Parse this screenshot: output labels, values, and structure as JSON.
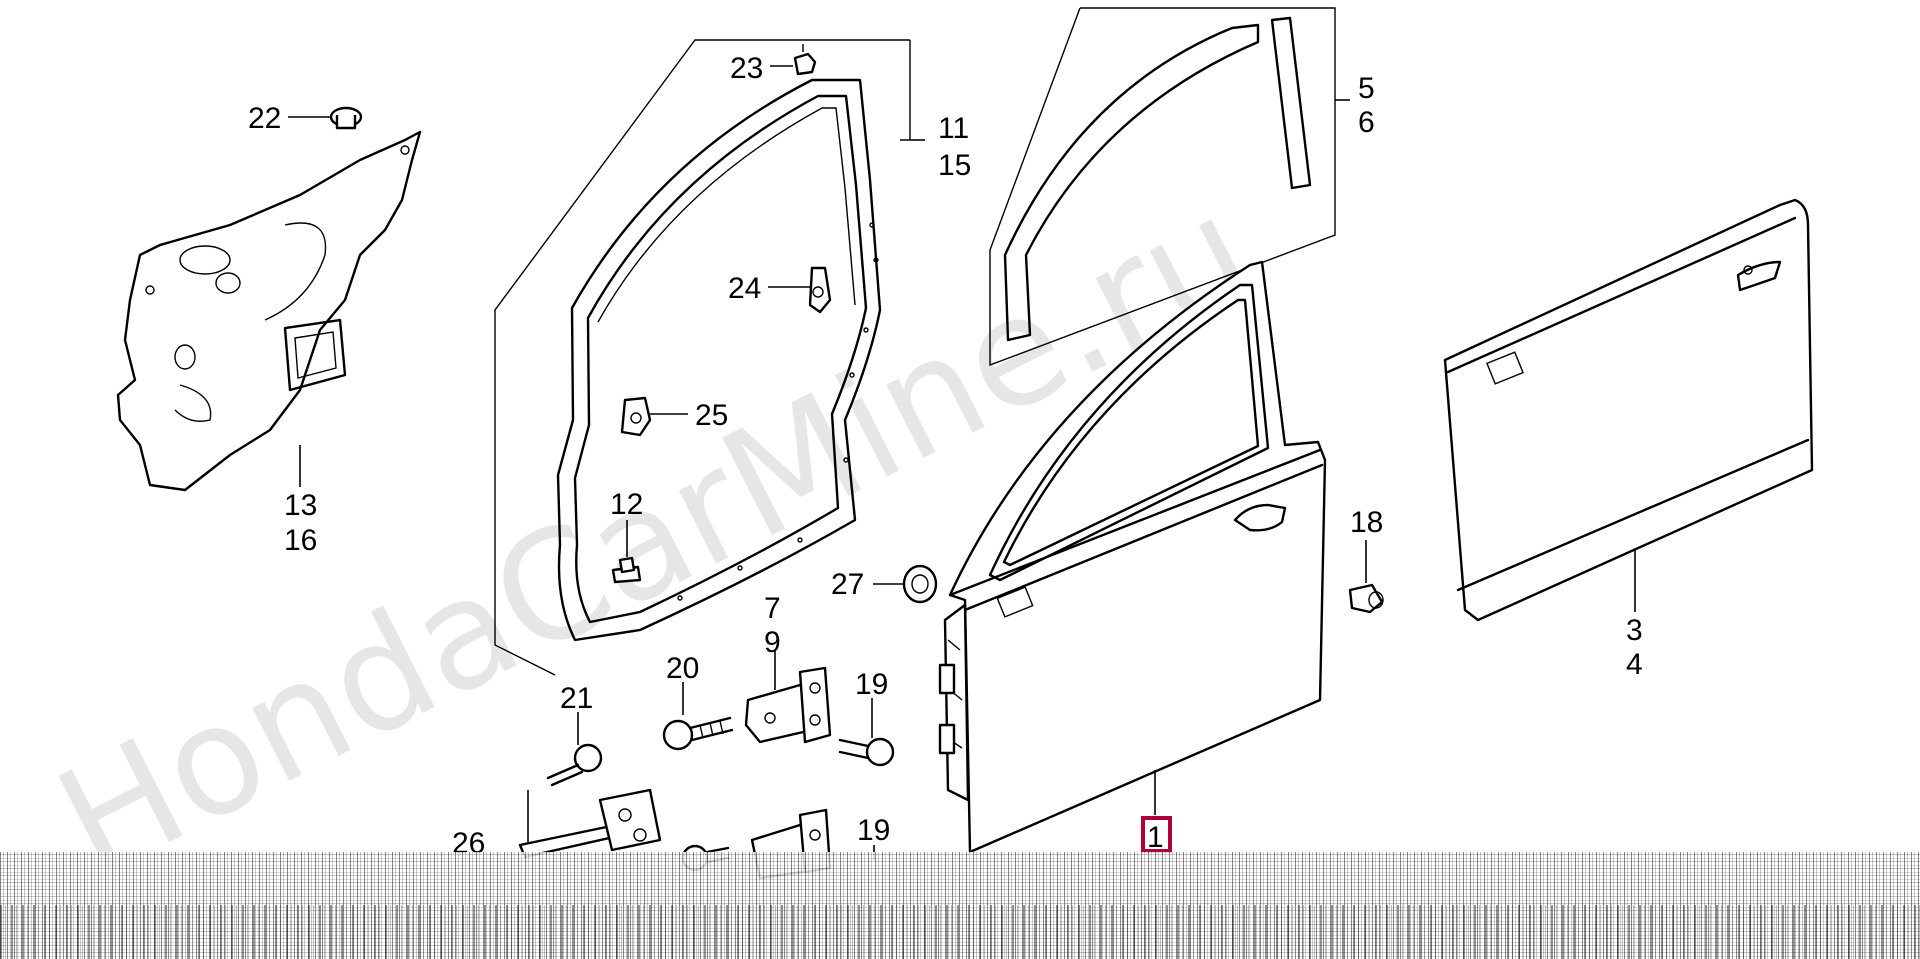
{
  "watermark": "HondaCarMine.ru",
  "callouts": {
    "c1": "1",
    "c3": "3",
    "c4": "4",
    "c5": "5",
    "c6": "6",
    "c7": "7",
    "c9": "9",
    "c11": "11",
    "c15": "15",
    "c12": "12",
    "c13": "13",
    "c16": "16",
    "c18": "18",
    "c19a": "19",
    "c19b": "19",
    "c20": "20",
    "c21": "21",
    "c22": "22",
    "c23": "23",
    "c24": "24",
    "c25": "25",
    "c26": "26",
    "c27": "27"
  },
  "highlight": {
    "part": "1",
    "color": "#b0003a"
  }
}
